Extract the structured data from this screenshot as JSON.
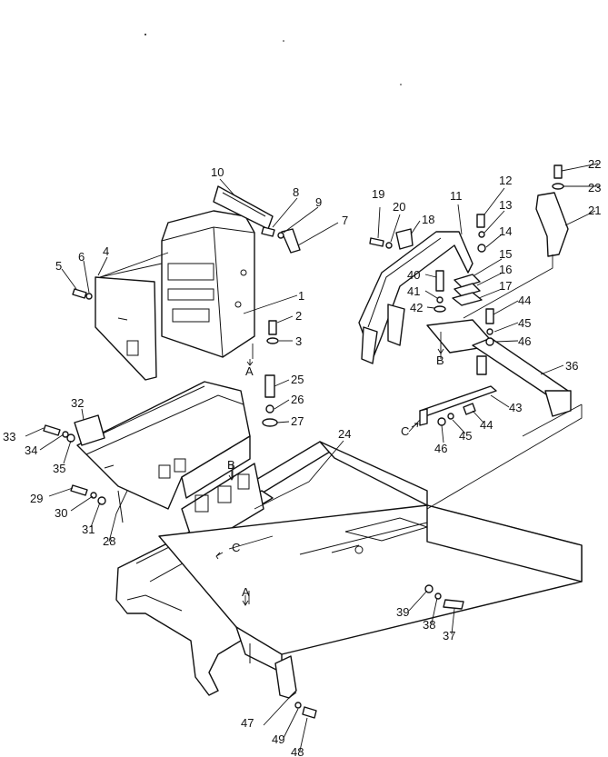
{
  "callouts": [
    {
      "id": "c10",
      "text": "10"
    },
    {
      "id": "c8",
      "text": "8"
    },
    {
      "id": "c9",
      "text": "9"
    },
    {
      "id": "c7",
      "text": "7"
    },
    {
      "id": "c4",
      "text": "4"
    },
    {
      "id": "c5",
      "text": "5"
    },
    {
      "id": "c6",
      "text": "6"
    },
    {
      "id": "c1",
      "text": "1"
    },
    {
      "id": "c2",
      "text": "2"
    },
    {
      "id": "c3",
      "text": "3"
    },
    {
      "id": "c19",
      "text": "19"
    },
    {
      "id": "c20",
      "text": "20"
    },
    {
      "id": "c18",
      "text": "18"
    },
    {
      "id": "c11",
      "text": "11"
    },
    {
      "id": "c12",
      "text": "12"
    },
    {
      "id": "c13",
      "text": "13"
    },
    {
      "id": "c14",
      "text": "14"
    },
    {
      "id": "c15",
      "text": "15"
    },
    {
      "id": "c16",
      "text": "16"
    },
    {
      "id": "c17",
      "text": "17"
    },
    {
      "id": "c40",
      "text": "40"
    },
    {
      "id": "c41",
      "text": "41"
    },
    {
      "id": "c42",
      "text": "42"
    },
    {
      "id": "c22",
      "text": "22"
    },
    {
      "id": "c23",
      "text": "23"
    },
    {
      "id": "c21",
      "text": "21"
    },
    {
      "id": "c44a",
      "text": "44"
    },
    {
      "id": "c45a",
      "text": "45"
    },
    {
      "id": "c46a",
      "text": "46"
    },
    {
      "id": "c36",
      "text": "36"
    },
    {
      "id": "c43",
      "text": "43"
    },
    {
      "id": "c44b",
      "text": "44"
    },
    {
      "id": "c45b",
      "text": "45"
    },
    {
      "id": "c46b",
      "text": "46"
    },
    {
      "id": "c25",
      "text": "25"
    },
    {
      "id": "c26",
      "text": "26"
    },
    {
      "id": "c27",
      "text": "27"
    },
    {
      "id": "c24",
      "text": "24"
    },
    {
      "id": "c32",
      "text": "32"
    },
    {
      "id": "c33",
      "text": "33"
    },
    {
      "id": "c34",
      "text": "34"
    },
    {
      "id": "c35",
      "text": "35"
    },
    {
      "id": "c29",
      "text": "29"
    },
    {
      "id": "c30",
      "text": "30"
    },
    {
      "id": "c31",
      "text": "31"
    },
    {
      "id": "c28",
      "text": "28"
    },
    {
      "id": "c39",
      "text": "39"
    },
    {
      "id": "c38",
      "text": "38"
    },
    {
      "id": "c37",
      "text": "37"
    },
    {
      "id": "c47",
      "text": "47"
    },
    {
      "id": "c49",
      "text": "49"
    },
    {
      "id": "c48",
      "text": "48"
    }
  ],
  "refs": [
    {
      "id": "rA1",
      "text": "A"
    },
    {
      "id": "rA2",
      "text": "A"
    },
    {
      "id": "rB1",
      "text": "B"
    },
    {
      "id": "rB2",
      "text": "B"
    },
    {
      "id": "rC1",
      "text": "C"
    },
    {
      "id": "rC2",
      "text": "C"
    }
  ]
}
